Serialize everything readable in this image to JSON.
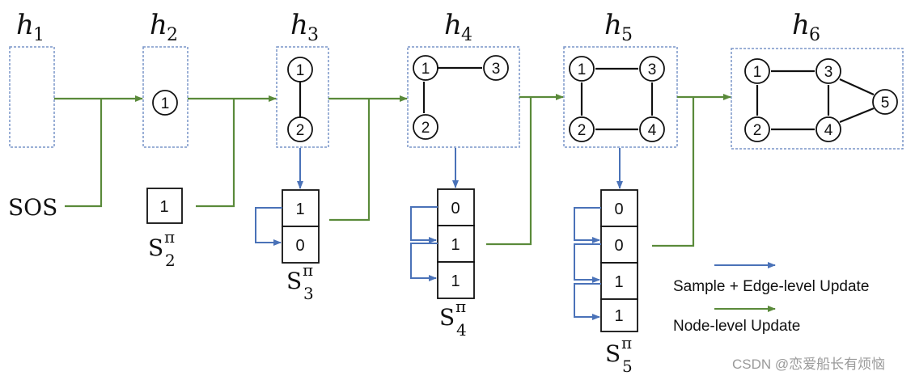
{
  "title_labels": {
    "h1": {
      "base": "h",
      "sub": "1"
    },
    "h2": {
      "base": "h",
      "sub": "2"
    },
    "h3": {
      "base": "h",
      "sub": "3"
    },
    "h4": {
      "base": "h",
      "sub": "4"
    },
    "h5": {
      "base": "h",
      "sub": "5"
    },
    "h6": {
      "base": "h",
      "sub": "6"
    }
  },
  "sos_label": "SOS",
  "graph_nodes": {
    "h2": [
      "1"
    ],
    "h3": [
      "1",
      "2"
    ],
    "h4": [
      "1",
      "3",
      "2"
    ],
    "h5": [
      "1",
      "3",
      "2",
      "4"
    ],
    "h6": [
      "1",
      "3",
      "2",
      "4",
      "5"
    ]
  },
  "sequences": {
    "s2": {
      "base": "S",
      "sup": "π",
      "sub": "2",
      "cells": [
        "1"
      ]
    },
    "s3": {
      "base": "S",
      "sup": "π",
      "sub": "3",
      "cells": [
        "1",
        "0"
      ]
    },
    "s4": {
      "base": "S",
      "sup": "π",
      "sub": "4",
      "cells": [
        "0",
        "1",
        "1"
      ]
    },
    "s5": {
      "base": "S",
      "sup": "π",
      "sub": "5",
      "cells": [
        "0",
        "0",
        "1",
        "1"
      ]
    }
  },
  "legend": {
    "blue_label": "Sample + Edge-level Update",
    "green_label": "Node-level Update"
  },
  "colors": {
    "blue_arrow": "#4a72b8",
    "green_arrow": "#5a8a3a",
    "dashed_box": "#7a96c8"
  },
  "watermark": "CSDN @恋爱船长有烦恼"
}
